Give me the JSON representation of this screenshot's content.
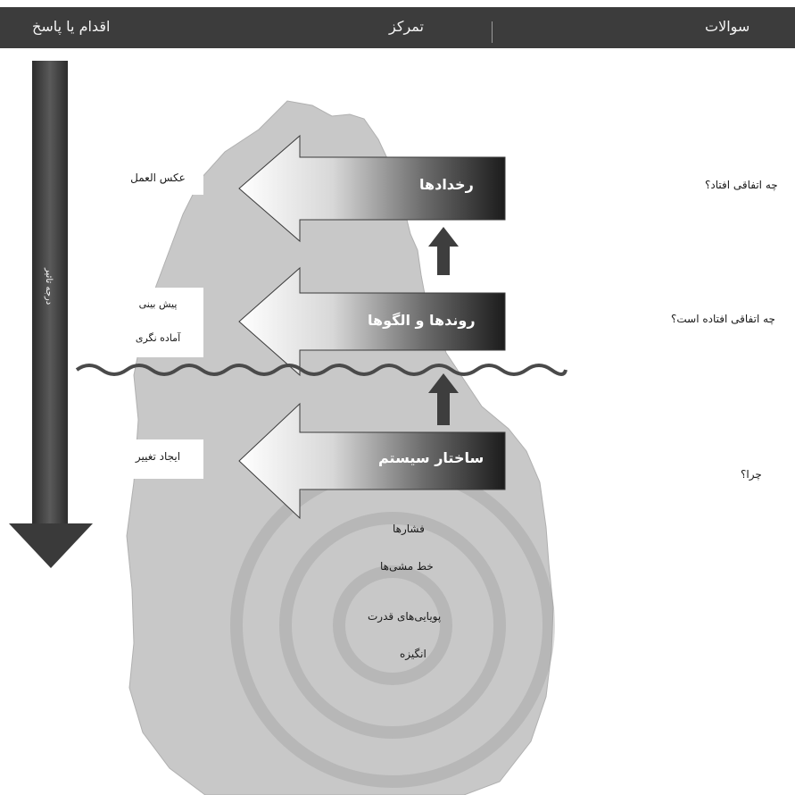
{
  "header": {
    "action_label": "اقدام یا پاسخ",
    "focus_label": "تمرکز",
    "questions_label": "سوالات"
  },
  "levels": [
    {
      "focus": "رخدادها",
      "action": "عکس العمل",
      "question": "چه اتفاقی افتاد؟"
    },
    {
      "focus": "روندها و الگوها",
      "action_lines": [
        "پیش بینی",
        "آماده نگری"
      ],
      "question": "چه اتفاقی افتاده است؟"
    },
    {
      "focus": "ساختار سیستم",
      "action": "ایجاد تغییر",
      "question": "چرا؟"
    }
  ],
  "deep_factors": [
    "فشارها",
    "خط مشی‌ها",
    "پویایی‌های قدرت",
    "انگیزه"
  ],
  "side_arrow_label": "درجه تاثیر",
  "colors": {
    "header_bg": "#3c3c3c",
    "iceberg": "#c9c9c9",
    "arrow_dark": "#2a2a2a",
    "waterline": "#4a4a4a"
  }
}
